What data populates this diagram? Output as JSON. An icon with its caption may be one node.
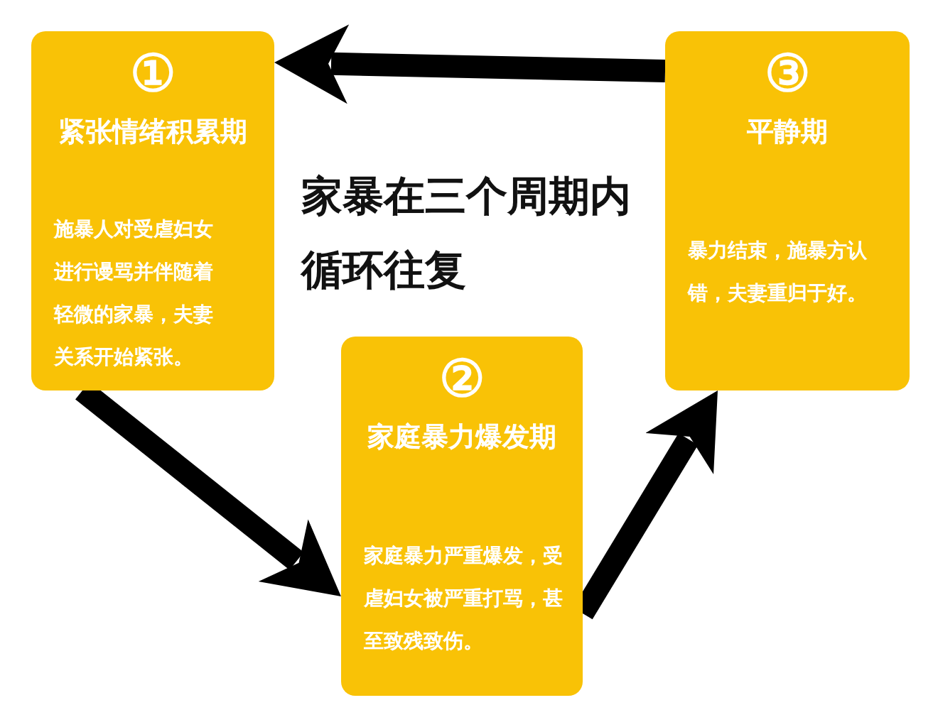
{
  "diagram": {
    "title": "家暴在三个周期内循环往复",
    "nodes": [
      {
        "text": [
          "①",
          "紧张情绪积累期",
          "施暴人对受虐妇女进行谩骂并伴随着轻微的家暴，夫妻关系开始紧张。"
        ]
      },
      {
        "text": [
          "②",
          "家庭暴力爆发期",
          "家庭暴力严重爆发，受虐妇女被严重打骂，甚至致残致伤。"
        ]
      },
      {
        "text": [
          "③",
          "平静期",
          "暴力结束，施暴方认错，夫妻重归于好。"
        ]
      }
    ],
    "edges": [
      {
        "from": 0,
        "to": 1,
        "arrow": "to"
      },
      {
        "from": 1,
        "to": 2,
        "arrow": "to"
      },
      {
        "from": 2,
        "to": 0,
        "arrow": "to"
      }
    ]
  }
}
